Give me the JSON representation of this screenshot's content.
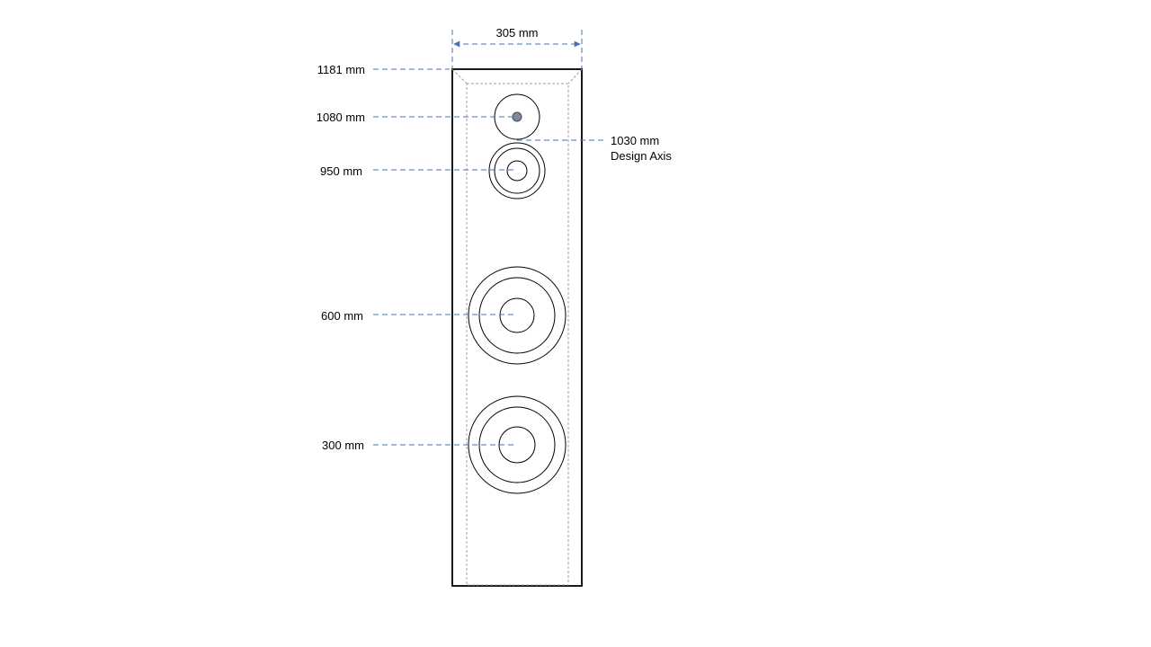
{
  "width_label": "305  mm",
  "height_labels": {
    "top": "1181  mm",
    "tweeter": "1080  mm",
    "midrange": "950  mm",
    "woofer_upper": "600  mm",
    "woofer_lower": "300  mm"
  },
  "design_axis": {
    "value": "1030  mm",
    "caption": "Design Axis"
  },
  "colors": {
    "dimension_line": "#4a72b0",
    "outline": "#000000",
    "inner_frame": "#a0a0a0",
    "tweeter_dome": "#7f8a99"
  }
}
